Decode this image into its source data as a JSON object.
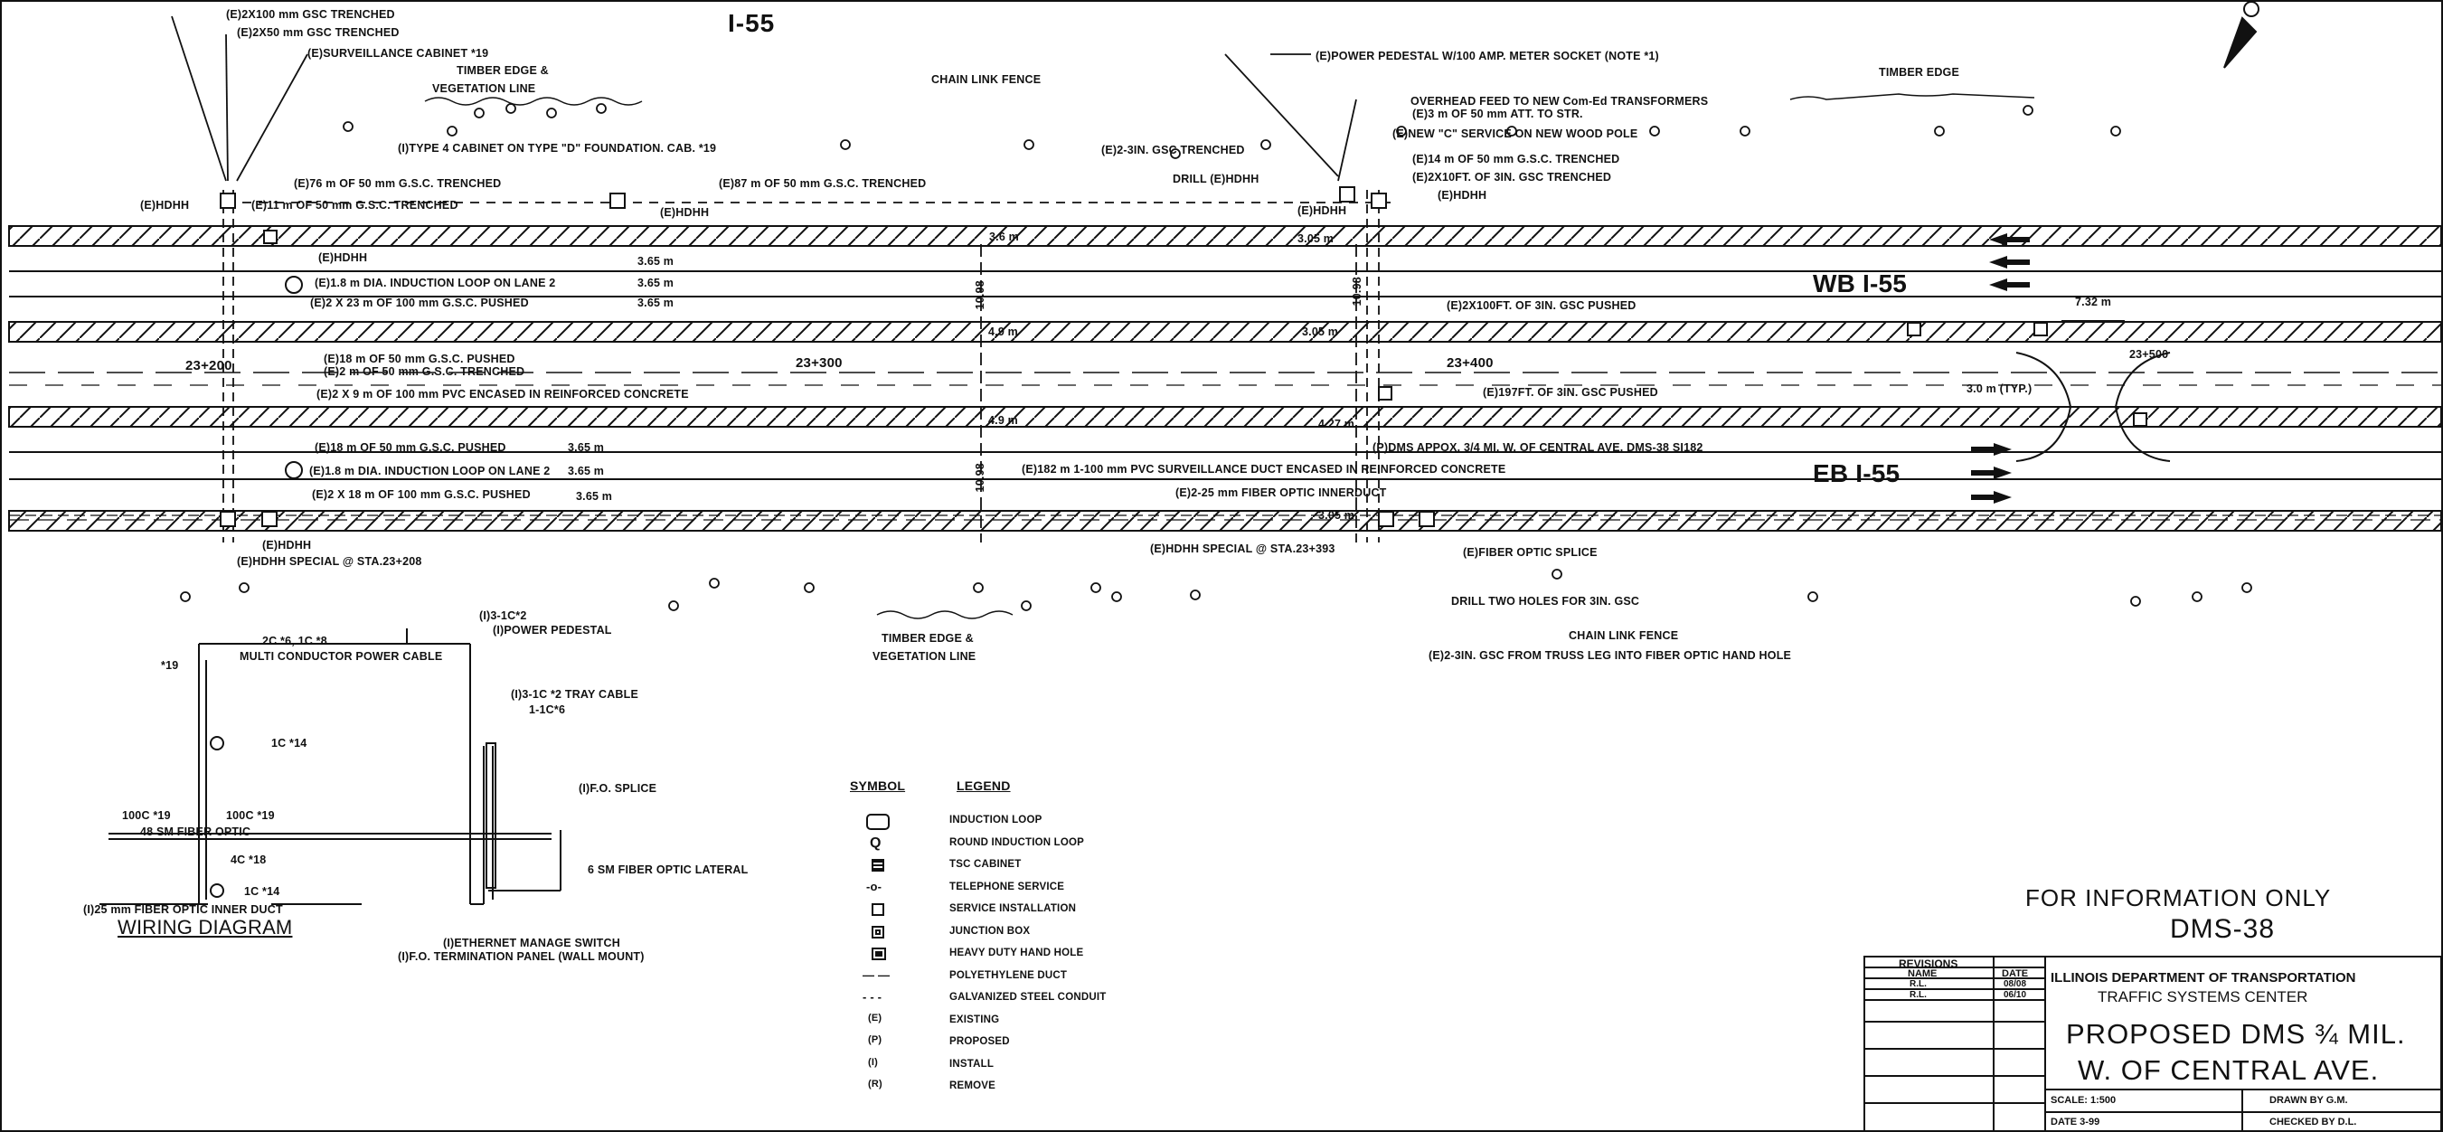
{
  "highway": "I-55",
  "top_notes": {
    "duct_100": "(E)2X100 mm GSC TRENCHED",
    "duct_50": "(E)2X50 mm GSC TRENCHED",
    "surveillance_cabinet": "(E)SURVEILLANCE CABINET *19",
    "timber_edge_1": "TIMBER EDGE &",
    "vegetation_1": "VEGETATION LINE",
    "type4_cabinet": "(I)TYPE 4 CABINET ON TYPE \"D\" FOUNDATION. CAB. *19",
    "chain_link_top": "CHAIN LINK FENCE",
    "power_pedestal": "(E)POWER PEDESTAL W/100 AMP. METER SOCKET (NOTE *1)",
    "overhead_feed": "OVERHEAD FEED TO NEW Com-Ed TRANSFORMERS",
    "att_3m": "(E)3 m OF 50 mm ATT. TO STR.",
    "service_c": "(E)NEW \"C\" SERVICE ON NEW WOOD POLE",
    "timber_edge_top": "TIMBER EDGE",
    "gsc_2_3in": "(E)2-3IN. GSC TRENCHED",
    "gsc_14m": "(E)14 m OF 50 mm G.S.C. TRENCHED",
    "drill": "DRILL (E)HDHH",
    "gsc_2x10ft": "(E)2X10FT. OF 3IN. GSC TRENCHED",
    "hdhh_right_top": "(E)HDHH",
    "hdhh_mid_top": "(E)HDHH",
    "gsc_76m": "(E)76 m OF 50 mm G.S.C. TRENCHED",
    "gsc_87m": "(E)87 m OF 50 mm G.S.C. TRENCHED",
    "hdhh_left": "(E)HDHH",
    "gsc_11m": "(E)11 m OF 50 mm G.S.C. TRENCHED",
    "hdhh_box": "(E)HDHH"
  },
  "roadway": {
    "wb_label": "WB I-55",
    "eb_label": "EB I-55",
    "hdhh_wb": "(E)HDHH",
    "loop_wb": "(E)1.8 m DIA. INDUCTION LOOP ON LANE 2",
    "gsc_2x23": "(E)2 X 23 m OF 100 mm G.S.C. PUSHED",
    "lane_w1": "3.65 m",
    "lane_w2": "3.65 m",
    "lane_w3": "3.65 m",
    "lane_w4": "3.65 m",
    "lane_w5": "3.65 m",
    "lane_w6": "3.65 m",
    "shoulder_36": "3.6 m",
    "shoulder_305a": "3.05 m",
    "shoulder_49a": "4.9 m",
    "shoulder_305b": "3.05 m",
    "shoulder_49b": "4.9 m",
    "shoulder_427": "4.27 m",
    "shoulder_305c": "3.05 m",
    "shoulder_732": "7.32 m",
    "depth_1098a": "10.98",
    "depth_1098b": "10.98",
    "depth_1098c": "10.98",
    "gsc_2x100ft": "(E)2X100FT. OF 3IN. GSC PUSHED",
    "sta_23200": "23+200",
    "sta_23300": "23+300",
    "sta_23400": "23+400",
    "sta_23500": "23+500",
    "gsc_18m_a": "(E)18 m OF 50 mm G.S.C. PUSHED",
    "gsc_2m": "(E)2 m OF 50 mm G.S.C. TRENCHED",
    "pvc_2x9": "(E)2 X 9 m OF 100 mm PVC ENCASED IN REINFORCED CONCRETE",
    "gsc_197ft": "(E)197FT. OF 3IN. GSC PUSHED",
    "typ_30": "3.0 m (TYP.)",
    "gsc_18m_b": "(E)18 m OF 50 mm G.S.C. PUSHED",
    "dms_note": "(P)DMS APPOX. 3/4 MI. W. OF CENTRAL AVE. DMS-38 SI182",
    "loop_eb": "(E)1.8 m DIA. INDUCTION LOOP ON LANE 2",
    "pvc_182": "(E)182 m 1-100 mm PVC SURVEILLANCE DUCT ENCASED IN REINFORCED CONCRETE",
    "gsc_2x18": "(E)2 X 18 m OF 100 mm G.S.C. PUSHED",
    "fiber_duct": "(E)2-25 mm FIBER OPTIC INNERDUCT",
    "hdhh_eb": "(E)HDHH",
    "hdhh_special_208": "(E)HDHH SPECIAL @ STA.23+208",
    "hdhh_special_393": "(E)HDHH SPECIAL @ STA.23+393",
    "fiber_splice": "(E)FIBER OPTIC SPLICE",
    "drill_two": "DRILL TWO HOLES FOR 3IN. GSC",
    "chain_link_bottom": "CHAIN LINK FENCE",
    "gsc_truss": "(E)2-3IN. GSC FROM TRUSS LEG INTO FIBER OPTIC HAND HOLE",
    "timber_edge_2": "TIMBER EDGE &",
    "vegetation_2": "VEGETATION LINE"
  },
  "wiring": {
    "ic2": "(I)3-1C*2",
    "power_pedestal": "(I)POWER PEDESTAL",
    "cond_2c6": "2C *6, 1C *8",
    "multi_power": "MULTI CONDUCTOR POWER CABLE",
    "num19": "*19",
    "tray_cable_1": "(I)3-1C *2 TRAY CABLE",
    "tray_cable_2": "1-1C*6",
    "ic14_a": "1C *14",
    "fo_splice": "(I)F.O. SPLICE",
    "c100_19_left": "100C *19",
    "c100_19_right": "100C *19",
    "sm48": "48 SM FIBER OPTIC",
    "c4_18": "4C *18",
    "sm6": "6 SM FIBER OPTIC LATERAL",
    "ic14_b": "1C *14",
    "inner_duct": "(I)25 mm FIBER OPTIC INNER DUCT",
    "ethernet": "(I)ETHERNET MANAGE SWITCH",
    "fo_term": "(I)F.O. TERMINATION PANEL (WALL MOUNT)",
    "title": "WIRING DIAGRAM"
  },
  "legend": {
    "symbol_header": "SYMBOL",
    "legend_header": "LEGEND",
    "items": [
      {
        "icon": "induction-loop-icon",
        "label": "INDUCTION LOOP"
      },
      {
        "icon": "round-induction-loop-icon",
        "label": "ROUND INDUCTION LOOP"
      },
      {
        "icon": "tsc-cabinet-icon",
        "label": "TSC CABINET"
      },
      {
        "icon": "telephone-service-icon",
        "label": "TELEPHONE SERVICE"
      },
      {
        "icon": "service-installation-icon",
        "label": "SERVICE INSTALLATION"
      },
      {
        "icon": "junction-box-icon",
        "label": "JUNCTION BOX"
      },
      {
        "icon": "heavy-duty-hand-hole-icon",
        "label": "HEAVY DUTY HAND HOLE"
      },
      {
        "icon": "polyethylene-duct-icon",
        "label": "POLYETHYLENE DUCT"
      },
      {
        "icon": "galvanized-steel-conduit-icon",
        "label": "GALVANIZED STEEL CONDUIT"
      },
      {
        "icon": "existing-icon",
        "label": "EXISTING"
      },
      {
        "icon": "proposed-icon",
        "label": "PROPOSED"
      },
      {
        "icon": "install-icon",
        "label": "INSTALL"
      },
      {
        "icon": "remove-icon",
        "label": "REMOVE"
      }
    ],
    "symbols": [
      "",
      "Q",
      "",
      "-o-",
      "",
      "",
      "",
      "— —",
      "- - -",
      "(E)",
      "(P)",
      "(I)",
      "(R)"
    ]
  },
  "info": {
    "for_info": "FOR INFORMATION ONLY",
    "dms": "DMS-38"
  },
  "title_block": {
    "revisions": "REVISIONS",
    "name_header": "NAME",
    "date_header": "DATE",
    "rev_rows": [
      {
        "name": "R.L.",
        "date": "08/08"
      },
      {
        "name": "R.L.",
        "date": "06/10"
      }
    ],
    "agency": "ILLINOIS DEPARTMENT OF TRANSPORTATION",
    "center": "TRAFFIC SYSTEMS CENTER",
    "proposed": "PROPOSED DMS ¾ MIL.",
    "location": "W. OF CENTRAL AVE.",
    "scale": "SCALE: 1:500",
    "date": "DATE  3-99",
    "drawn": "DRAWN BY  G.M.",
    "checked": "CHECKED BY  D.L."
  }
}
